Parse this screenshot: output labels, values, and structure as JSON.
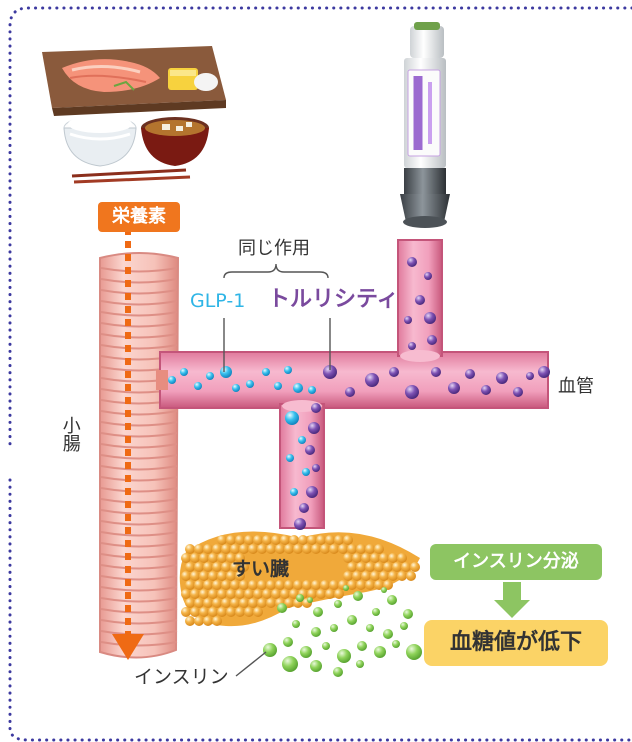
{
  "labels": {
    "nutrients": "栄養素",
    "same_action": "同じ作用",
    "glp1": "GLP-1",
    "drug": "トルリシティ",
    "blood_vessel": "血管",
    "small_intestine": "小腸",
    "pancreas": "すい臓",
    "insulin": "インスリン",
    "insulin_secretion": "インスリン分泌",
    "glucose_down": "血糖値が低下"
  },
  "colors": {
    "border_dots": "#3d3aa0",
    "nutrient_badge": "#f0761e",
    "glp1": "#2fb5e6",
    "drug": "#7a4a9e",
    "vessel": "#f1a1be",
    "vessel_edge": "#d36486",
    "intestine": "#f3b8b0",
    "pancreas": "#f0a93a",
    "insulin": "#7fc94a",
    "secretion_badge": "#8dc562",
    "result_badge": "#fbd366",
    "arrow_orange": "#ef6a14"
  }
}
